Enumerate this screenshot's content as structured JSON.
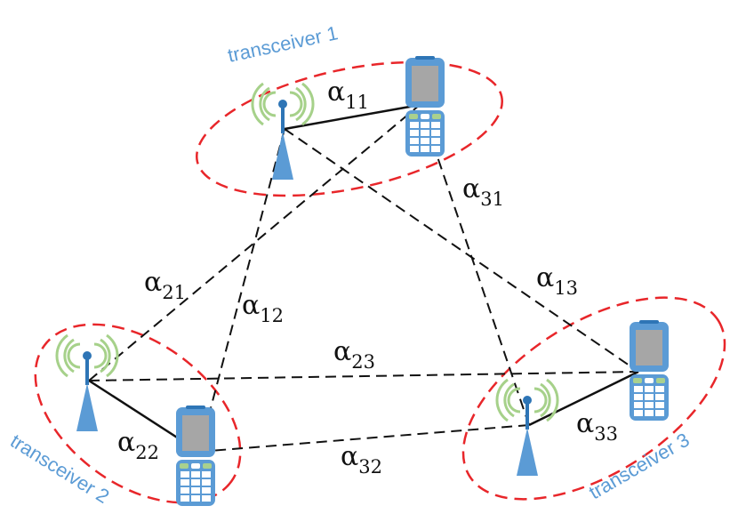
{
  "groups": [
    {
      "id": "1",
      "label": "transceiver 1"
    },
    {
      "id": "2",
      "label": "transceiver 2"
    },
    {
      "id": "3",
      "label": "transceiver 3"
    }
  ],
  "links": [
    {
      "alpha": "α",
      "sub": "11",
      "style": "solid"
    },
    {
      "alpha": "α",
      "sub": "22",
      "style": "solid"
    },
    {
      "alpha": "α",
      "sub": "33",
      "style": "solid"
    },
    {
      "alpha": "α",
      "sub": "12",
      "style": "dashed"
    },
    {
      "alpha": "α",
      "sub": "13",
      "style": "dashed"
    },
    {
      "alpha": "α",
      "sub": "21",
      "style": "dashed"
    },
    {
      "alpha": "α",
      "sub": "23",
      "style": "dashed"
    },
    {
      "alpha": "α",
      "sub": "31",
      "style": "dashed"
    },
    {
      "alpha": "α",
      "sub": "32",
      "style": "dashed"
    }
  ],
  "icons": {
    "tower": "cell-tower-icon",
    "phone": "mobile-phone-icon"
  },
  "colors": {
    "ellipse": "#e8262a",
    "label": "#5b9bd5",
    "icon_blue": "#5b9bd5",
    "wave_green": "#a6d18a",
    "link": "#111111"
  }
}
